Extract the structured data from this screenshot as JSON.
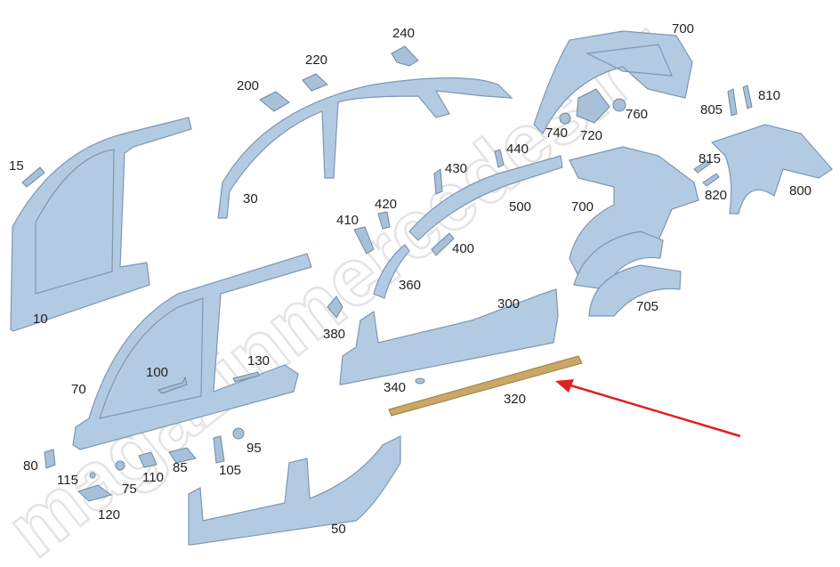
{
  "diagram": {
    "title_watermark": "magazinmercedes.ru",
    "highlight_color": "#c9a865",
    "arrow_color": "#e02020",
    "highlighted_part": "320",
    "labels": {
      "p10": "10",
      "p15": "15",
      "p30": "30",
      "p50": "50",
      "p70": "70",
      "p75": "75",
      "p80": "80",
      "p85": "85",
      "p95": "95",
      "p100": "100",
      "p105": "105",
      "p110": "110",
      "p115": "115",
      "p120": "120",
      "p130": "130",
      "p200": "200",
      "p220": "220",
      "p240": "240",
      "p300": "300",
      "p320": "320",
      "p340": "340",
      "p360": "360",
      "p380": "380",
      "p400": "400",
      "p410": "410",
      "p420": "420",
      "p430": "430",
      "p440": "440",
      "p500": "500",
      "p700a": "700",
      "p700b": "700",
      "p705": "705",
      "p720": "720",
      "p740": "740",
      "p760": "760",
      "p800": "800",
      "p805": "805",
      "p810": "810",
      "p815": "815",
      "p820": "820"
    }
  }
}
